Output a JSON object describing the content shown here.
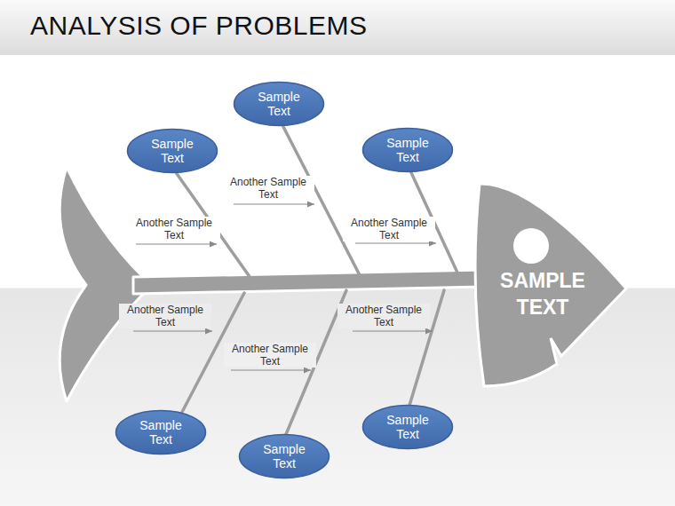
{
  "diagram": {
    "title": "ANALYSIS OF PROBLEMS",
    "nodes": [
      {
        "text": [
          "Sample Text"
        ]
      },
      {
        "text": [
          "Sample Text"
        ]
      },
      {
        "text": [
          "Sample Text"
        ]
      },
      {
        "text": [
          "SAMPLE TEXT"
        ]
      },
      {
        "text": [
          "Sample Text"
        ]
      },
      {
        "text": [
          "Sample Text"
        ]
      },
      {
        "text": [
          "Sample Text"
        ]
      }
    ],
    "labels": [
      "Another Sample Text",
      "Another Sample Text",
      "Another Sample Text",
      "Another Sample Text",
      "Another Sample Text",
      "Another Sample Text"
    ]
  }
}
